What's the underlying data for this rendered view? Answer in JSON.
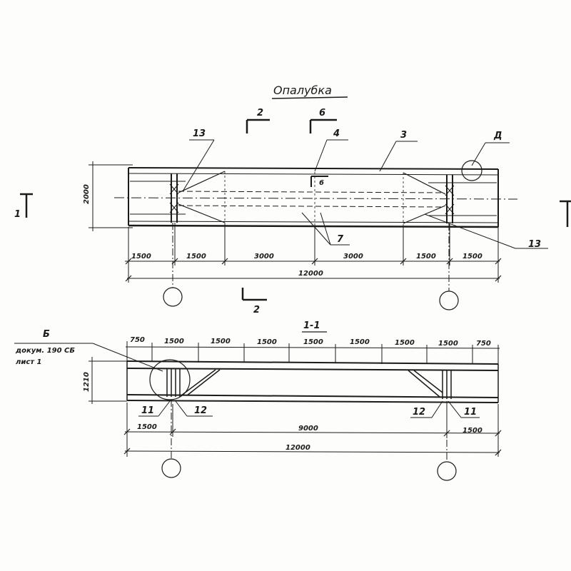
{
  "title": "Опалубка",
  "section_marks": {
    "cut_2": "2",
    "cut_6": "6",
    "cut_2_bottom": "2",
    "cut_1_left": "1",
    "cut_6_inner": "6"
  },
  "plan": {
    "height_dim": "2000",
    "callouts": {
      "c13_left": "13",
      "c4": "4",
      "c3": "3",
      "cD": "Д",
      "c13_right": "13",
      "c7": "7"
    },
    "segments": [
      "1500",
      "1500",
      "3000",
      "3000",
      "1500",
      "1500"
    ],
    "total": "12000"
  },
  "section": {
    "title": "1-1",
    "reference_line1": "Б",
    "reference_line2": "докум. 190 СБ",
    "reference_line3": "лист 1",
    "height_dim": "1210",
    "top_segments": [
      "750",
      "1500",
      "1500",
      "1500",
      "1500",
      "1500",
      "1500",
      "1500",
      "750"
    ],
    "callouts": {
      "c11_left": "11",
      "c12_left": "12",
      "c12_right": "12",
      "c11_right": "11"
    },
    "bottom_segments": [
      "1500",
      "9000",
      "1500"
    ],
    "total": "12000"
  },
  "colors": {
    "ink": "#1b1b1b",
    "paper": "#fdfdfb"
  }
}
